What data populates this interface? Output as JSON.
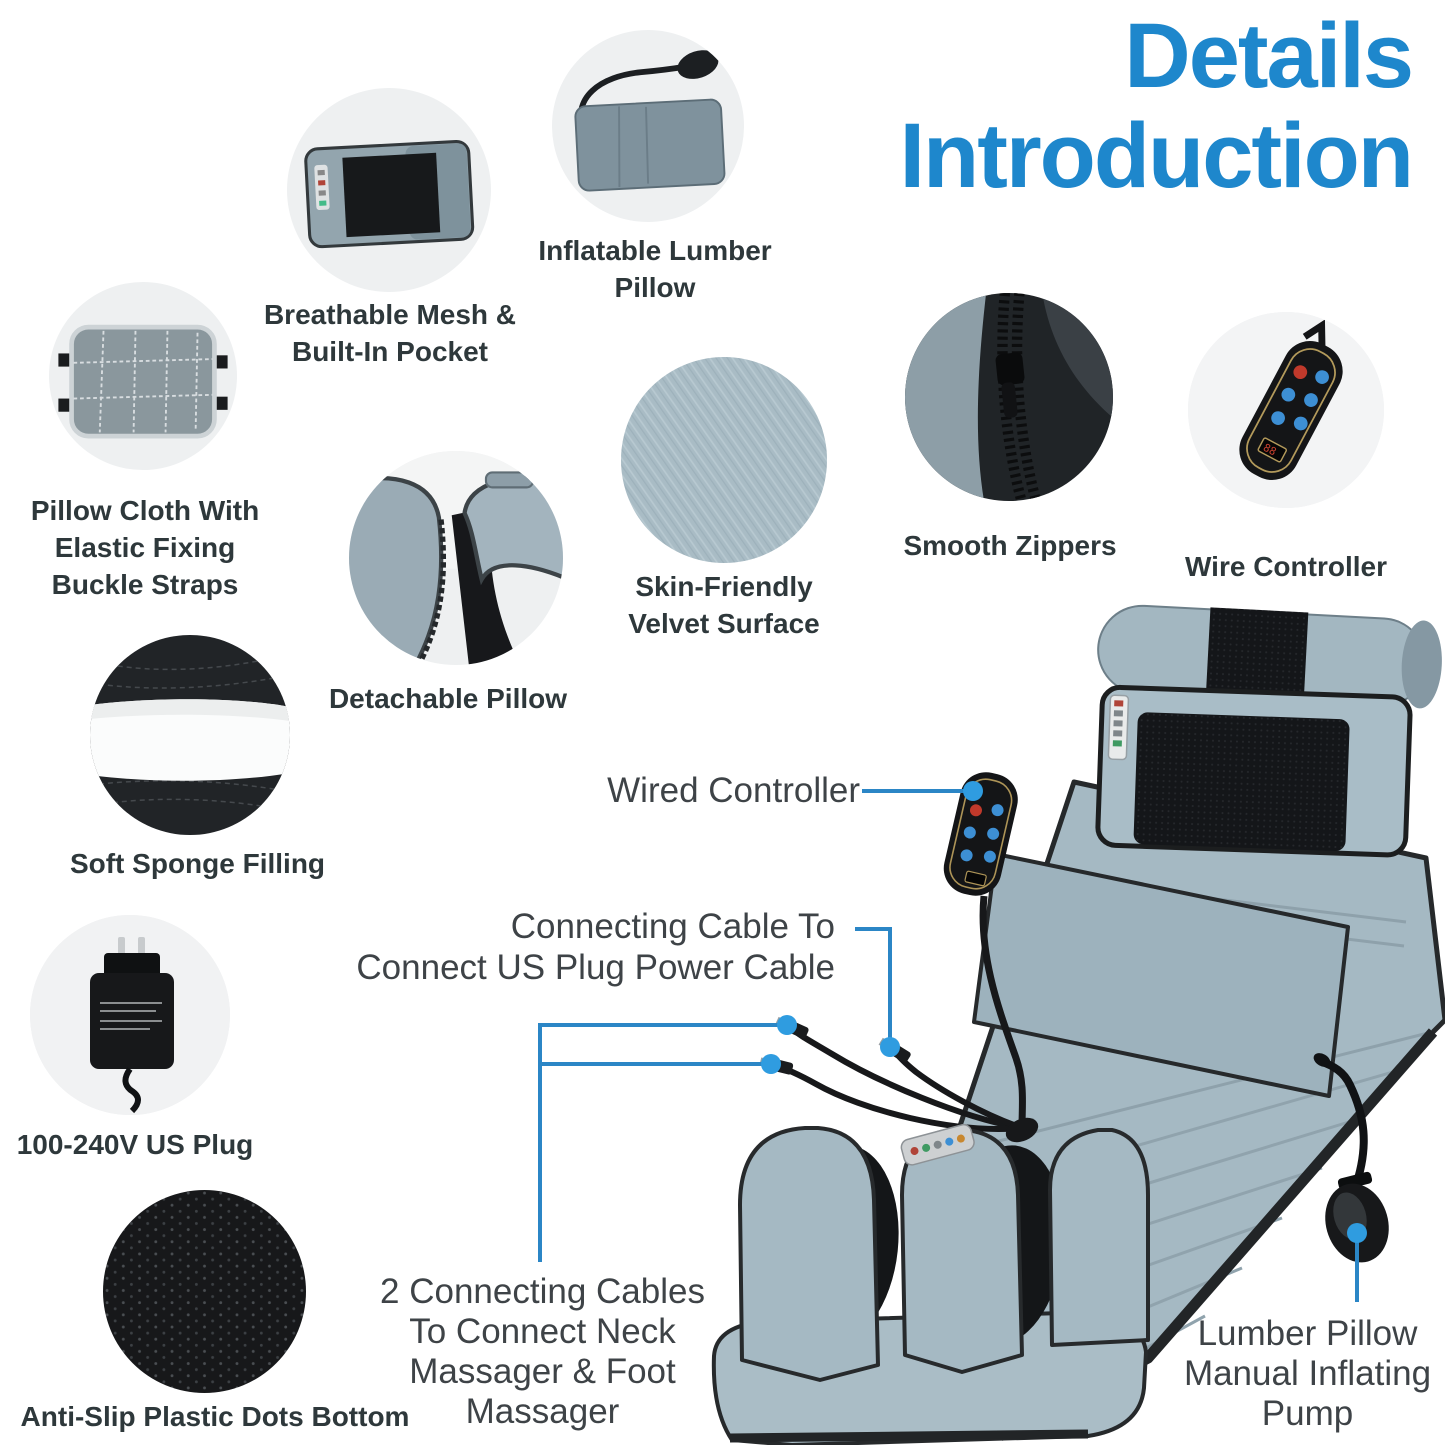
{
  "title": {
    "line1": "Details",
    "line2": "Introduction"
  },
  "colors": {
    "accent_blue": "#1e87cc",
    "label_dark": "#2e383b",
    "callout_text": "#3e4347",
    "callout_line": "#2b86c6",
    "callout_dot": "#2f9ce0",
    "circle_background": "#eef0f1",
    "product_gray": "#a5b9c3"
  },
  "features": [
    {
      "name": "breathable-mesh",
      "label": "Breathable Mesh &\nBuilt-In Pocket",
      "image": "pillow-with-black-mesh-photo"
    },
    {
      "name": "inflatable-lumber",
      "label": "Inflatable Lumber\nPillow",
      "image": "lumbar-pillow-with-hand-pump-photo"
    },
    {
      "name": "pillow-cloth",
      "label": "Pillow Cloth With\nElastic Fixing\nBuckle Straps",
      "image": "quilted-pillow-cloth-with-straps-photo"
    },
    {
      "name": "detachable-pillow",
      "label": "Detachable Pillow",
      "image": "unzipped-pillow-flaps-photo"
    },
    {
      "name": "velvet-surface",
      "label": "Skin-Friendly\nVelvet Surface",
      "image": "velvet-fabric-texture-photo"
    },
    {
      "name": "smooth-zippers",
      "label": "Smooth Zippers",
      "image": "zipper-closeup-photo"
    },
    {
      "name": "wire-controller",
      "label": "Wire Controller",
      "image": "handheld-remote-controller-photo"
    },
    {
      "name": "soft-sponge",
      "label": "Soft Sponge Filling",
      "image": "white-sponge-roll-photo"
    },
    {
      "name": "us-plug",
      "label": "100-240V US Plug",
      "image": "power-adapter-photo"
    },
    {
      "name": "anti-slip",
      "label": "Anti-Slip Plastic Dots Bottom",
      "image": "black-dotted-fabric-photo"
    }
  ],
  "callouts": [
    {
      "name": "wired-controller",
      "text": "Wired Controller"
    },
    {
      "name": "connecting-cable-power",
      "text": "Connecting Cable To\nConnect US Plug Power Cable"
    },
    {
      "name": "connecting-cables-massagers",
      "text": "2 Connecting Cables\nTo Connect Neck\nMassager & Foot\nMassager"
    },
    {
      "name": "lumber-pillow-pump",
      "text": "Lumber Pillow\nManual Inflating\nPump"
    }
  ]
}
